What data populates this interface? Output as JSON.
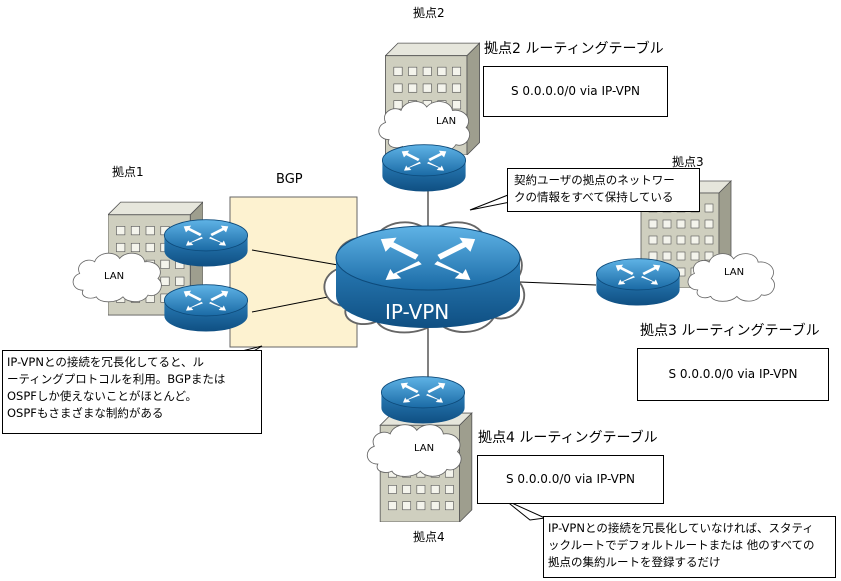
{
  "sites": {
    "site1": {
      "label": "拠点1",
      "lan": "LAN"
    },
    "site2": {
      "label": "拠点2",
      "lan": "LAN",
      "table_title": "拠点2 ルーティングテーブル",
      "route": "S 0.0.0.0/0 via IP-VPN"
    },
    "site3": {
      "label": "拠点3",
      "lan": "LAN",
      "table_title": "拠点3 ルーティングテーブル",
      "route": "S 0.0.0.0/0 via IP-VPN"
    },
    "site4": {
      "label": "拠点4",
      "lan": "LAN",
      "table_title": "拠点4 ルーティングテーブル",
      "route": "S 0.0.0.0/0 via IP-VPN"
    }
  },
  "bgp": {
    "label": "BGP"
  },
  "core": {
    "label": "IP-VPN"
  },
  "callouts": {
    "top": [
      "契約ユーザの拠点のネットワー",
      "クの情報をすべて保持している"
    ],
    "left": [
      "IP-VPNとの接続を冗長化してると、ル",
      "ーティングプロトコルを利用。BGPまたは",
      "OSPFしか使えないことがほとんど。",
      "OSPFもさまざまな制約がある"
    ],
    "bottom": [
      "IP-VPNとの接続を冗長化していなければ、スタティ",
      "ックルートでデフォルトルートまたは 他のすべての",
      "拠点の集約ルートを登録するだけ"
    ]
  },
  "colors": {
    "router": "#1e6fa8",
    "bgp_fill": "#fdf2d0",
    "building": "#c8c8b8"
  }
}
